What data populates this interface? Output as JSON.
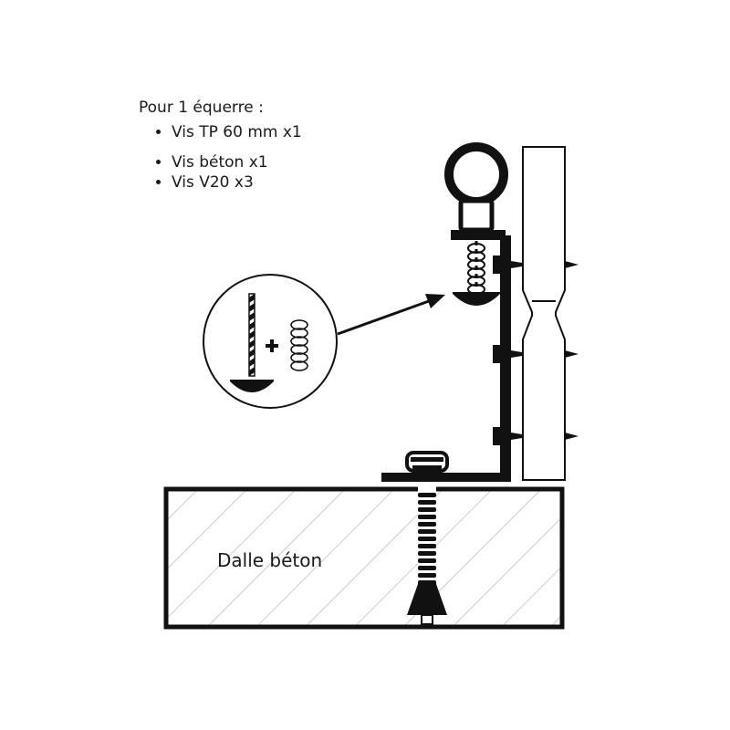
{
  "legend": {
    "title": "Pour 1 équerre :",
    "items": [
      {
        "label": "Vis TP 60 mm x1"
      },
      {
        "label": "Vis béton x1"
      },
      {
        "label": "Vis V20 x3"
      }
    ]
  },
  "slab": {
    "label": "Dalle béton"
  },
  "colors": {
    "ink": "#111111",
    "hatch": "#bbbbbb",
    "paper": "#ffffff"
  },
  "icons": {
    "callout": [
      "screw-icon",
      "plus-icon",
      "spring-icon"
    ],
    "parts": [
      "ring-nut-icon",
      "spring-icon",
      "concrete-anchor-icon",
      "screw-icon"
    ]
  }
}
